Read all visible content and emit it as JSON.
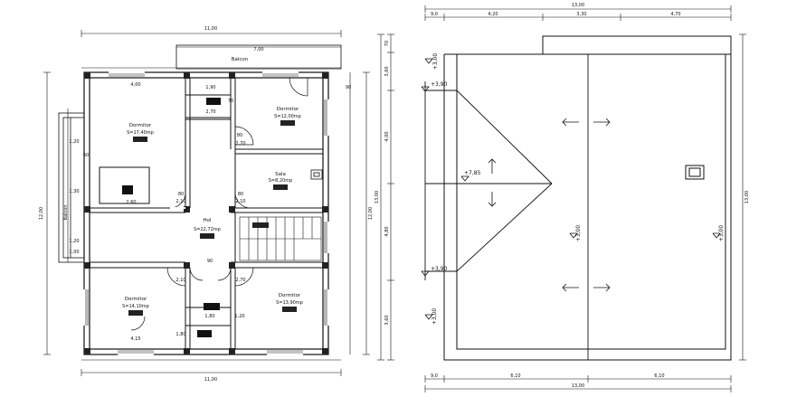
{
  "floor_plan": {
    "dims": {
      "top_total": "11,00",
      "bottom_total": "11,00",
      "left_total": "12,00",
      "right_total": "12,00",
      "balcony_width": "7,00",
      "bottom_left": "4,15",
      "top_left_room": "4,00",
      "right_upper": "90",
      "tiny_a": "1,90",
      "tiny_b": "2,70",
      "tiny_c": "2,70",
      "tiny_d": "2,10",
      "tiny_e": "2,10",
      "tiny_f": "2,10",
      "tiny_g": "1,80",
      "tiny_h": "1,20",
      "tiny_i": "1,80",
      "tiny_j": "2,60",
      "door_80": "80",
      "door_70": "70",
      "door_90": "90",
      "door_60": "60",
      "side_left_a": "1,20",
      "side_left_b": "1,30",
      "side_left_c": "1,20",
      "side_left_d": "1,00"
    },
    "rooms": {
      "balcony": "Balcon",
      "dorm_top_left": "Dormitor",
      "dorm_top_left_area": "S=17,40mp",
      "dorm_top_right": "Dormitor",
      "dorm_top_right_area": "S=12,00mp",
      "living": "Sala",
      "living_area": "S=8,20mp",
      "hall": "Hol",
      "hall_area": "S=22,72mp",
      "dorm_bottom_left": "Dormitor",
      "dorm_bottom_left_area": "S=14,10mp",
      "dorm_bottom_right": "Dormitor",
      "dorm_bottom_right_area": "S=13,90mp",
      "side_label": "Balcon"
    }
  },
  "roof_plan": {
    "dims": {
      "top_total": "13,00",
      "top_a": "9,0",
      "top_b": "4,20",
      "top_c": "3,30",
      "top_d": "4,70",
      "bottom_a": "9,0",
      "bottom_b": "6,10",
      "bottom_c": "6,10",
      "bottom_total": "13,00",
      "left_a": "70",
      "left_b": "3,60",
      "left_c": "4,00",
      "left_d": "4,80",
      "left_e": "3,60",
      "left_total": "13,00",
      "right_total": "13,00"
    },
    "levels": {
      "top_left": "+3,00",
      "upper_left": "+3,90",
      "ridge": "+7,85",
      "lower_left": "+3,90",
      "bottom_left": "+3,00",
      "center": "+3,00",
      "right": "+3,00"
    }
  }
}
